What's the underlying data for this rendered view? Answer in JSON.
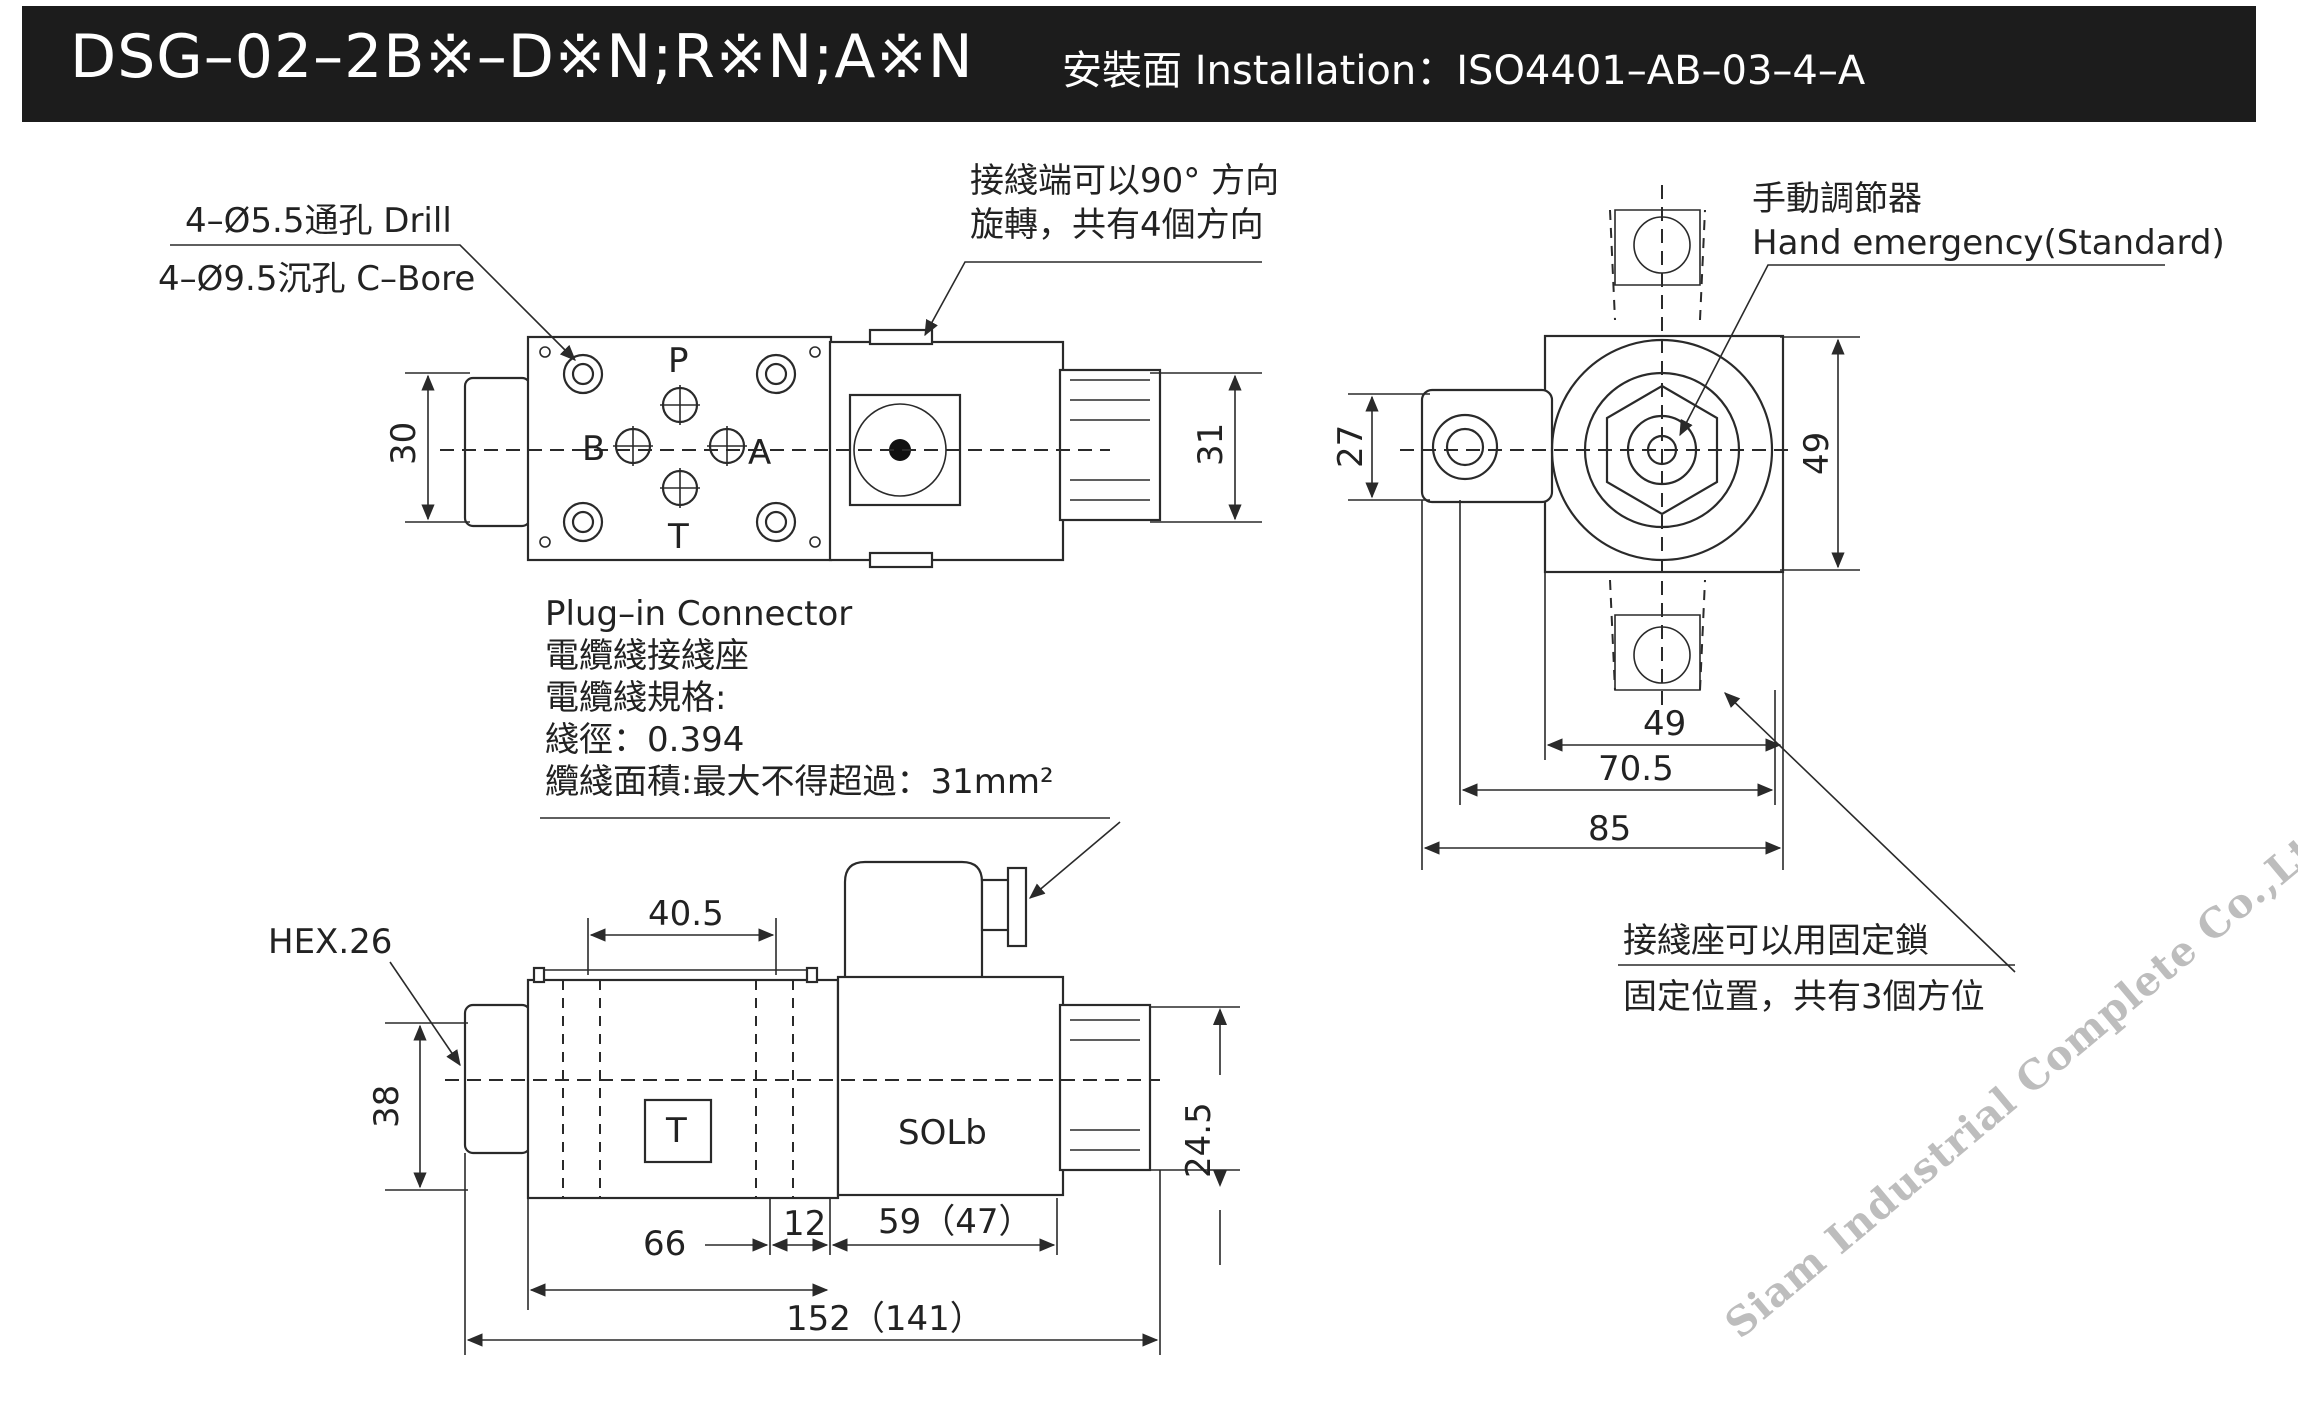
{
  "header": {
    "model_code": "DSG–02–2B※–D※N;R※N;A※N",
    "installation": "安裝面 Installation：ISO4401–AB–03–4–A"
  },
  "top_view": {
    "drill_note": "4–Ø5.5通孔 Drill",
    "cbore_note": "4–Ø9.5沉孔 C–Bore",
    "terminal_note_1": "接綫端可以90° 方向",
    "terminal_note_2": "旋轉，共有4個方向",
    "port_p": "P",
    "port_a": "A",
    "port_b": "B",
    "port_t": "T",
    "dim_left": "30",
    "dim_right": "31"
  },
  "connector": {
    "line1": "Plug–in Connector",
    "line2": "電纜綫接綫座",
    "line3": "電纜綫規格:",
    "line4": "綫徑：0.394",
    "line5": "纜綫面積:最大不得超過：31mm²"
  },
  "end_view": {
    "hand_label_cn": "手動調節器",
    "hand_label_en": "Hand emergency(Standard)",
    "dim_27": "27",
    "dim_49_v": "49",
    "dim_49_h": "49",
    "dim_70": "70.5",
    "dim_85": "85",
    "lock_note_1": "接綫座可以用固定鎖",
    "lock_note_2": "固定位置，共有3個方位"
  },
  "side_view": {
    "hex": "HEX.26",
    "dim_40": "40.5",
    "dim_38": "38",
    "dim_24": "24.5",
    "dim_66": "66",
    "dim_12": "12",
    "dim_59": "59（47）",
    "dim_152": "152（141）",
    "box_label": "T",
    "sol_label": "SOLb"
  },
  "watermark": "Siam Industrial Complete Co.,Ltd."
}
